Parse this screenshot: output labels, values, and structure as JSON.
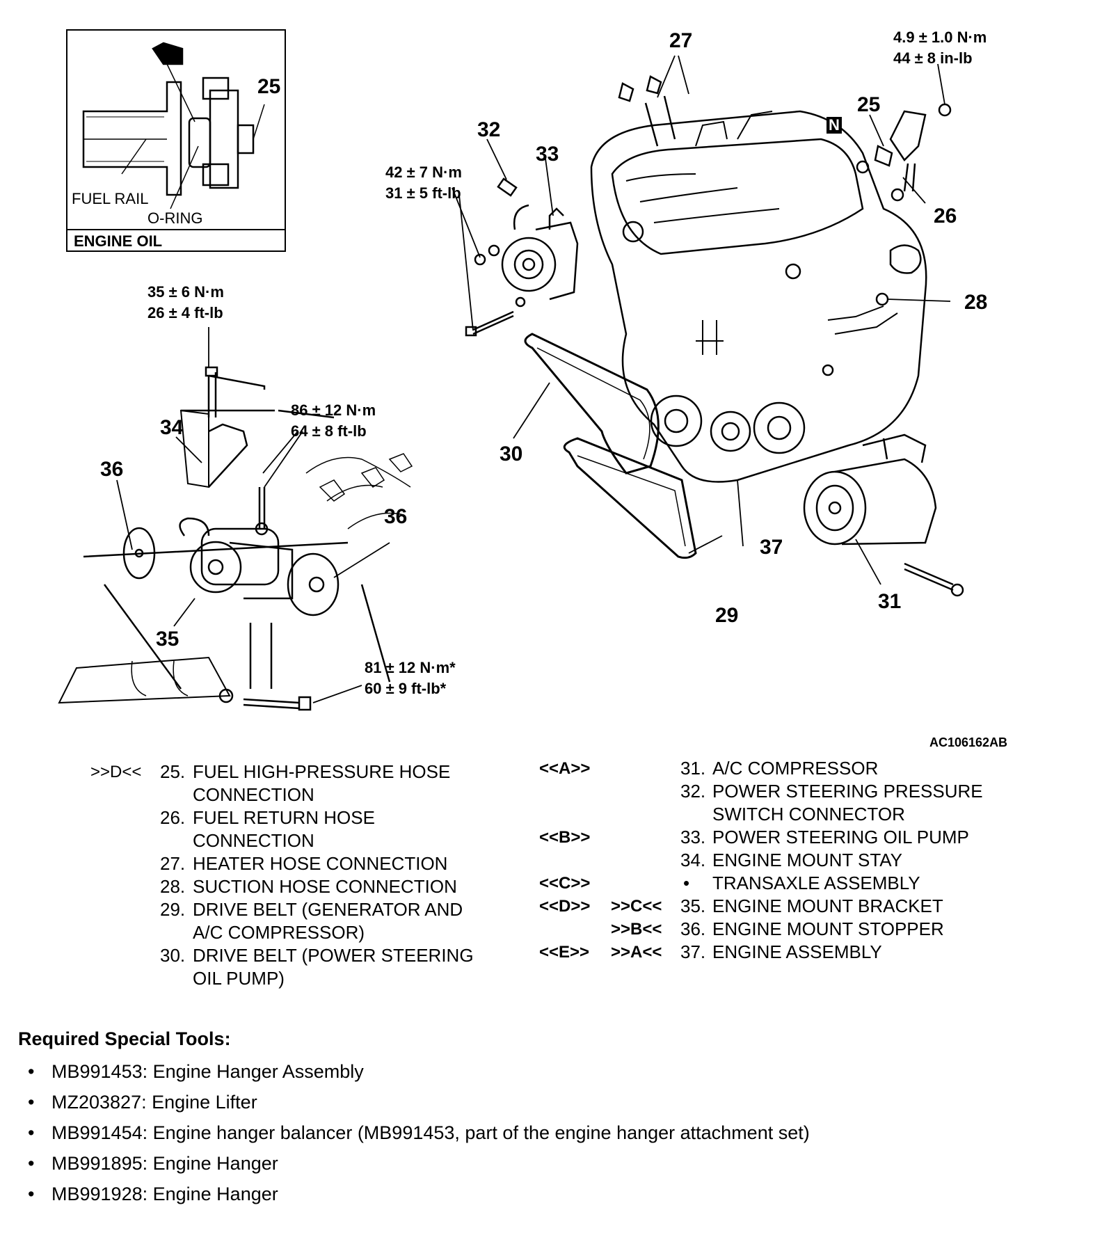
{
  "inset": {
    "part_number": "25",
    "fuel_rail_label": "FUEL RAIL",
    "o_ring_label": "O-RING",
    "footer_label": "ENGINE OIL"
  },
  "torque": {
    "t25": [
      "4.9 ± 1.0 N·m",
      "44 ± 8 in-lb"
    ],
    "t33": [
      "42 ± 7 N·m",
      "31 ± 5 ft-lb"
    ],
    "t34": [
      "35 ± 6 N·m",
      "26 ± 4 ft-lb"
    ],
    "t35": [
      "86 ± 12 N·m",
      "64 ± 8 ft-lb"
    ],
    "t_bolt": [
      "81 ± 12 N·m*",
      "60 ± 9 ft-lb*"
    ]
  },
  "callouts": {
    "n25": "25",
    "n26": "26",
    "n27": "27",
    "n28": "28",
    "n29": "29",
    "n30": "30",
    "n31": "31",
    "n32": "32",
    "n33": "33",
    "n34": "34",
    "n35": "35",
    "n36a": "36",
    "n36b": "36",
    "n37": "37",
    "n_mark": "N"
  },
  "figure_id": "AC106162AB",
  "legend_left": [
    {
      "tag": ">>D<<",
      "num": "25.",
      "text": [
        "FUEL HIGH-PRESSURE HOSE",
        "CONNECTION"
      ]
    },
    {
      "tag": "",
      "num": "26.",
      "text": [
        "FUEL RETURN HOSE",
        "CONNECTION"
      ]
    },
    {
      "tag": "",
      "num": "27.",
      "text": [
        "HEATER HOSE CONNECTION"
      ]
    },
    {
      "tag": "",
      "num": "28.",
      "text": [
        "SUCTION HOSE CONNECTION"
      ]
    },
    {
      "tag": "",
      "num": "29.",
      "text": [
        "DRIVE BELT (GENERATOR AND",
        "A/C COMPRESSOR)"
      ]
    },
    {
      "tag": "",
      "num": "30.",
      "text": [
        "DRIVE BELT (POWER STEERING",
        "OIL PUMP)"
      ]
    }
  ],
  "legend_right": [
    {
      "tag1": "<<A>>",
      "tag2": "",
      "num": "31.",
      "text": [
        "A/C COMPRESSOR"
      ]
    },
    {
      "tag1": "",
      "tag2": "",
      "num": "32.",
      "text": [
        "POWER STEERING PRESSURE",
        "SWITCH CONNECTOR"
      ]
    },
    {
      "tag1": "<<B>>",
      "tag2": "",
      "num": "33.",
      "text": [
        "POWER STEERING OIL PUMP"
      ]
    },
    {
      "tag1": "",
      "tag2": "",
      "num": "34.",
      "text": [
        "ENGINE MOUNT STAY"
      ]
    },
    {
      "tag1": "<<C>>",
      "tag2": "",
      "num": "•",
      "text": [
        "TRANSAXLE ASSEMBLY"
      ]
    },
    {
      "tag1": "<<D>>",
      "tag2": ">>C<<",
      "num": "35.",
      "text": [
        "ENGINE MOUNT BRACKET"
      ]
    },
    {
      "tag1": "",
      "tag2": ">>B<<",
      "num": "36.",
      "text": [
        "ENGINE MOUNT STOPPER"
      ]
    },
    {
      "tag1": "<<E>>",
      "tag2": ">>A<<",
      "num": "37.",
      "text": [
        "ENGINE ASSEMBLY"
      ]
    }
  ],
  "tools": {
    "title": "Required Special Tools:",
    "items": [
      "MB991453: Engine Hanger Assembly",
      "MZ203827: Engine Lifter",
      "MB991454: Engine hanger balancer (MB991453, part of the engine hanger attachment set)",
      "MB991895: Engine Hanger",
      "MB991928: Engine Hanger"
    ]
  }
}
